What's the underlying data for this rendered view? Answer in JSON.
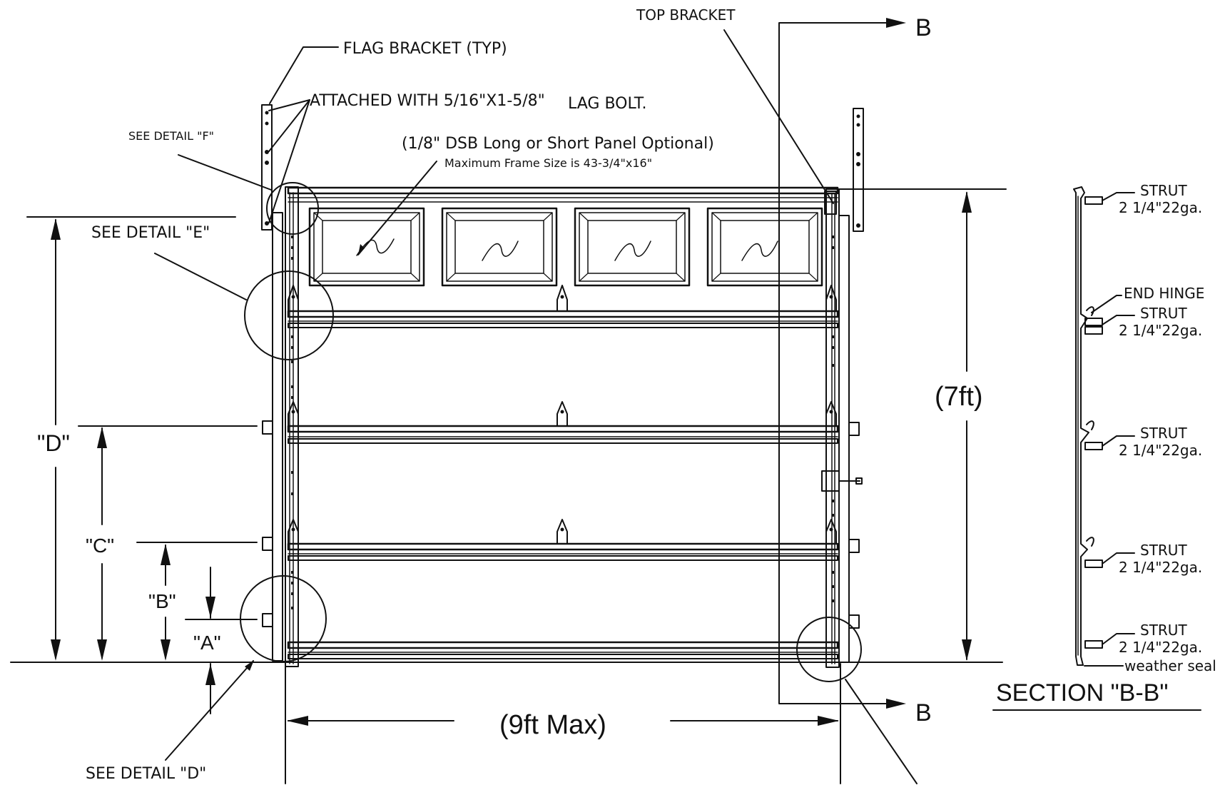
{
  "labels": {
    "flag_bracket": "FLAG BRACKET (TYP)",
    "lag_bolt": "ATTACHED WITH 5/16\"X1-5/8\"",
    "lag_bolt_tail": "LAG BOLT.",
    "see_detail_f": "SEE DETAIL \"F\"",
    "panel_optional": "(1/8\" DSB Long or Short Panel Optional)",
    "max_frame": "Maximum Frame Size is 43-3/4\"x16\"",
    "see_detail_e": "SEE DETAIL \"E\"",
    "see_detail_d": "SEE DETAIL \"D\"",
    "top_bracket": "TOP BRACKET",
    "section_mark": "B",
    "dim_a": "\"A\"",
    "dim_b": "\"B\"",
    "dim_c": "\"C\"",
    "dim_d": "\"D\"",
    "height": "(7ft)",
    "width": "(9ft Max)"
  },
  "section": {
    "title": "SECTION \"B-B\"",
    "strut_label": "STRUT",
    "strut_spec": "2 1/4\"22ga.",
    "end_hinge": "END HINGE",
    "weather_seal": "weather seal"
  }
}
